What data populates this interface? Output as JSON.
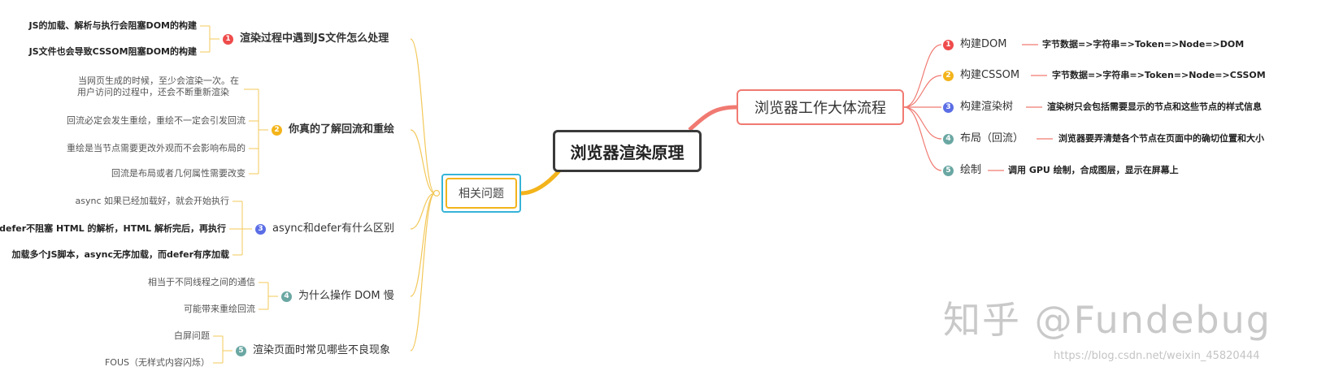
{
  "central": "浏览器渲染原理",
  "right_main": "浏览器工作大体流程",
  "left_main": "相关问题",
  "colors": {
    "red": "#ef4b4b",
    "yellow": "#f3b41b",
    "blue": "#5b6ee6",
    "teal": "#6aa7a3",
    "right_line": "#f07a72",
    "left_line": "#f3c85a"
  },
  "right_steps": [
    {
      "num": "1",
      "label": "构建DOM",
      "desc": "字节数据=>字符串=>Token=>Node=>DOM"
    },
    {
      "num": "2",
      "label": "构建CSSOM",
      "desc": "字节数据=>字符串=>Token=>Node=>CSSOM"
    },
    {
      "num": "3",
      "label": "构建渲染树",
      "desc": "渲染树只会包括需要显示的节点和这些节点的样式信息"
    },
    {
      "num": "4",
      "label": "布局（回流）",
      "desc": "浏览器要弄清楚各个节点在页面中的确切位置和大小"
    },
    {
      "num": "5",
      "label": "绘制",
      "desc": "调用 GPU 绘制，合成图层，显示在屏幕上"
    }
  ],
  "left_topics": [
    {
      "num": "1",
      "label": "渲染过程中遇到JS文件怎么处理",
      "leaves": [
        "JS的加载、解析与执行会阻塞DOM的构建",
        "JS文件也会导致CSSOM阻塞DOM的构建"
      ]
    },
    {
      "num": "2",
      "label": "你真的了解回流和重绘",
      "leaves": [
        "当网页生成的时候，至少会渲染一次。在用户访问的过程中，还会不断重新渲染",
        "回流必定会发生重绘，重绘不一定会引发回流",
        "重绘是当节点需要更改外观而不会影响布局的",
        "回流是布局或者几何属性需要改变"
      ]
    },
    {
      "num": "3",
      "label": "async和defer有什么区别",
      "leaves": [
        "async 如果已经加载好，就会开始执行",
        "defer不阻塞 HTML 的解析，HTML 解析完后，再执行",
        "加载多个JS脚本，async无序加载，而defer有序加载"
      ]
    },
    {
      "num": "4",
      "label": "为什么操作 DOM 慢",
      "leaves": [
        "相当于不同线程之间的通信",
        "可能带来重绘回流"
      ]
    },
    {
      "num": "5",
      "label": "渲染页面时常见哪些不良现象",
      "leaves": [
        "白屏问题",
        "FOUS（无样式内容闪烁）"
      ]
    }
  ],
  "leaf_2_1_line2": "用户访问的过程中，还会不断重新渲染",
  "leaf_2_1_line1": "当网页生成的时候，至少会渲染一次。在",
  "watermark": "知乎 @Fundebug",
  "url": "https://blog.csdn.net/weixin_45820444"
}
